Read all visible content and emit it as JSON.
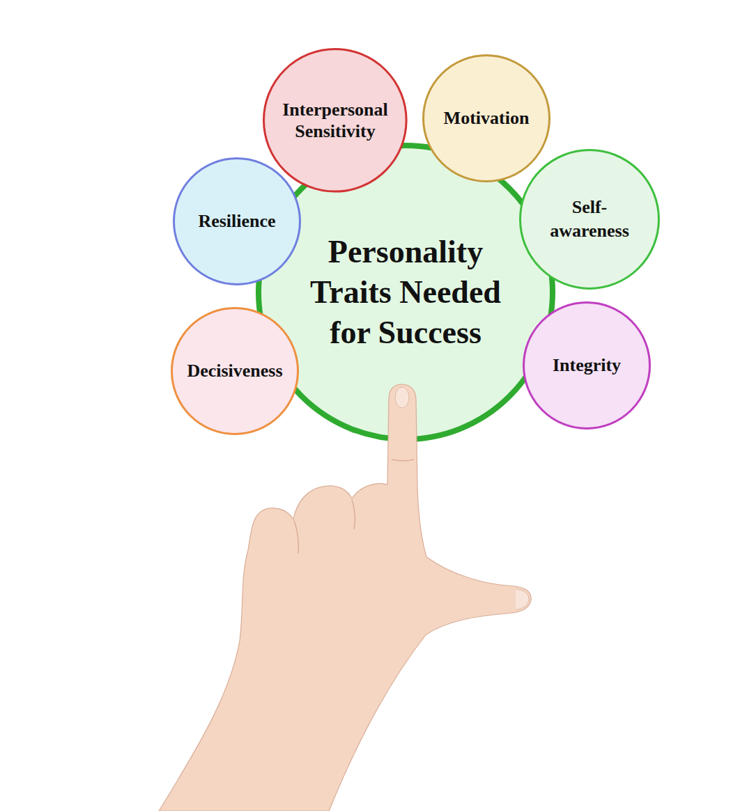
{
  "diagram": {
    "nodes": [
      {
        "text": [
          "Personality Traits Needed for Success"
        ]
      },
      {
        "text": [
          "Interpersonal Sensitivity"
        ]
      },
      {
        "text": [
          "Motivation"
        ]
      },
      {
        "text": [
          "Resilience"
        ]
      },
      {
        "text": [
          "Self- awareness"
        ]
      },
      {
        "text": [
          "Decisiveness"
        ]
      },
      {
        "text": [
          "Integrity"
        ]
      }
    ]
  }
}
